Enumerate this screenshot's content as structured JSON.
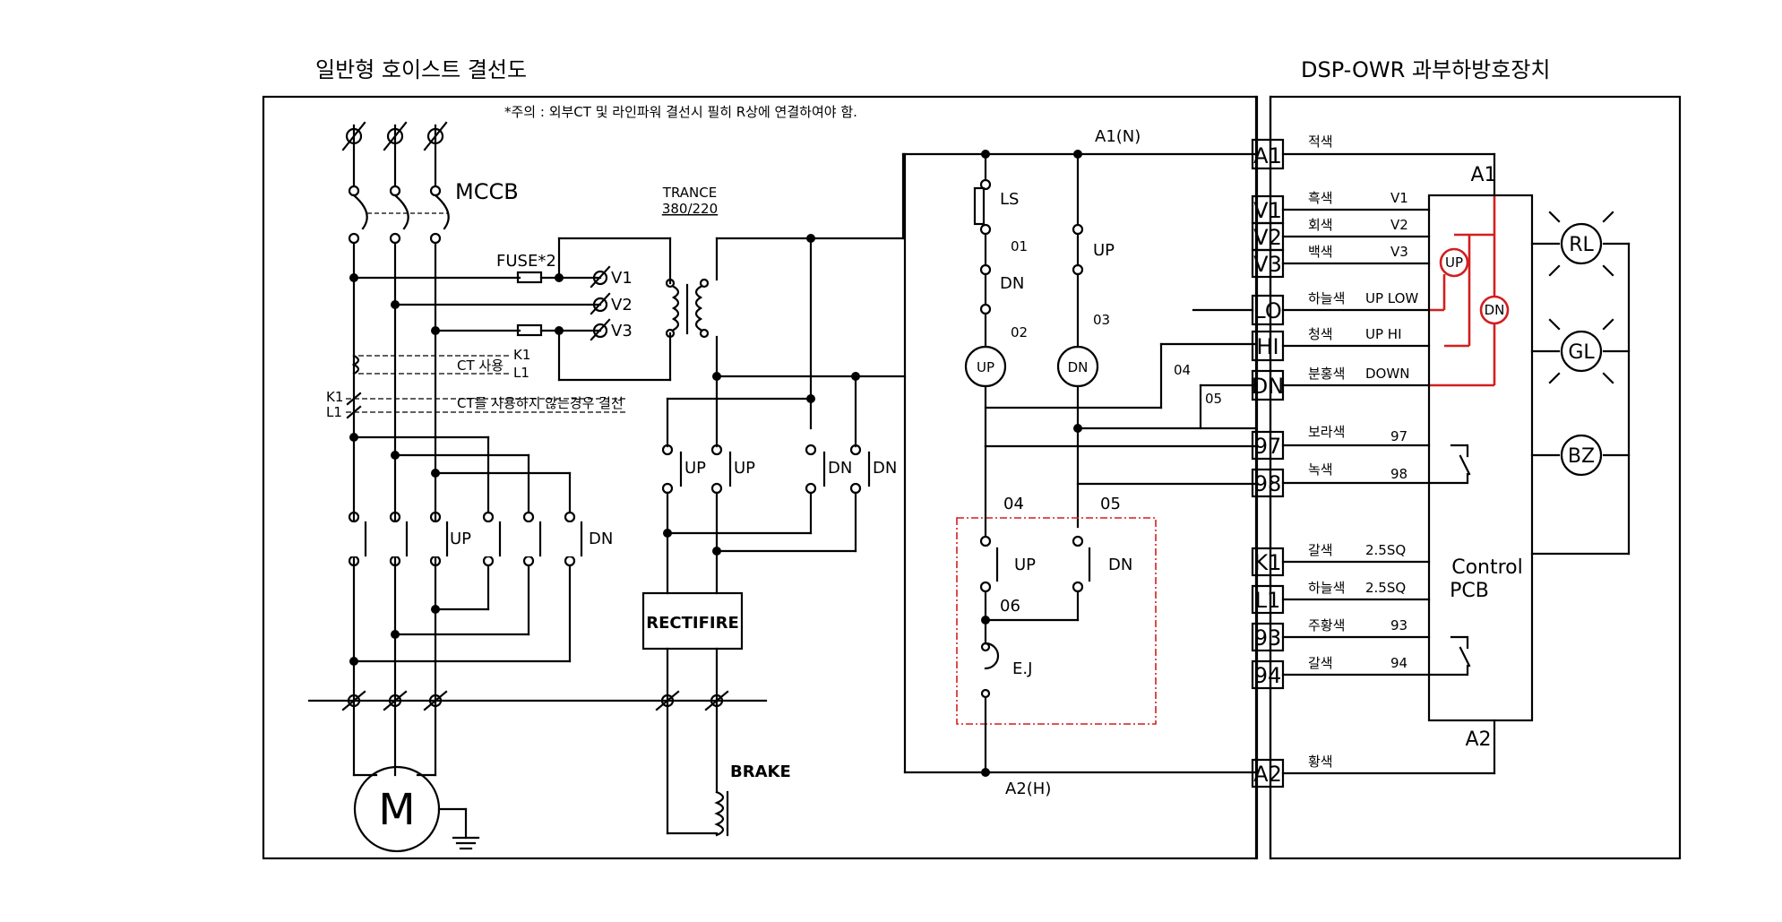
{
  "title_left": "일반형 호이스트 결선도",
  "title_right": "DSP-OWR  과부하방호장치",
  "note": "*주의 : 외부CT 및 라인파워 결선시 필히 R상에 연결하여야 함.",
  "labels": {
    "mccb": "MCCB",
    "fuse": "FUSE*2",
    "trance": "TRANCE",
    "trance_ratio": "380/220",
    "v1": "V1",
    "v2": "V2",
    "v3": "V3",
    "k1": "K1",
    "l1": "L1",
    "ct_use": "CT 사용",
    "ct_nouse": "CT를 사용하지 않는경우 결선",
    "up": "UP",
    "dn": "DN",
    "rectifire": "RECTIFIRE",
    "brake": "BRAKE",
    "motor": "M",
    "ls": "LS",
    "n01": "01",
    "n02": "02",
    "n03": "03",
    "n04": "04",
    "n05": "05",
    "n06": "06",
    "a1n": "A1(N)",
    "a2h": "A2(H)",
    "ej": "E.J",
    "pcb_a1": "A1",
    "pcb_a2": "A2",
    "control": "Control",
    "pcb": "PCB",
    "rl": "RL",
    "gl": "GL",
    "bz": "BZ"
  },
  "terminals": [
    {
      "name": "A1",
      "color": "적색",
      "signal": ""
    },
    {
      "name": "V1",
      "color": "흑색",
      "signal": "V1"
    },
    {
      "name": "V2",
      "color": "회색",
      "signal": "V2"
    },
    {
      "name": "V3",
      "color": "백색",
      "signal": "V3"
    },
    {
      "name": "LO",
      "color": "하늘색",
      "signal": "UP LOW"
    },
    {
      "name": "HI",
      "color": "청색",
      "signal": "UP HI"
    },
    {
      "name": "DN",
      "color": "분홍색",
      "signal": "DOWN"
    },
    {
      "name": "97",
      "color": "보라색",
      "signal": "97"
    },
    {
      "name": "98",
      "color": "녹색",
      "signal": "98"
    },
    {
      "name": "K1",
      "color": "갈색",
      "signal": "2.5SQ"
    },
    {
      "name": "L1",
      "color": "하늘색",
      "signal": "2.5SQ"
    },
    {
      "name": "93",
      "color": "주황색",
      "signal": "93"
    },
    {
      "name": "94",
      "color": "갈색",
      "signal": "94"
    },
    {
      "name": "A2",
      "color": "황색",
      "signal": ""
    }
  ],
  "colors": {
    "line": "#000000",
    "highlight": "#d21f1f",
    "background": "#ffffff"
  }
}
